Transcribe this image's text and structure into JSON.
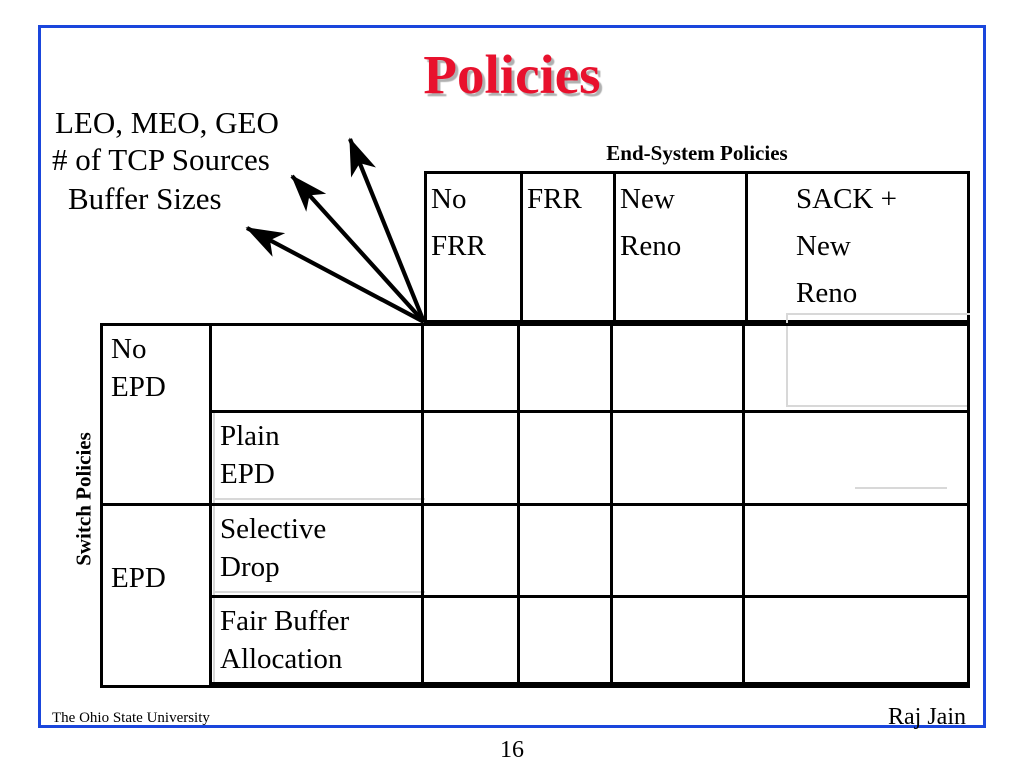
{
  "slide": {
    "title": "Policies",
    "page_number": "16",
    "border_color": "#1a46dc",
    "title_color": "#e8112d"
  },
  "annotations": [
    {
      "id": "leo",
      "text": "LEO, MEO, GEO"
    },
    {
      "id": "tcp",
      "text": "# of TCP Sources"
    },
    {
      "id": "buf",
      "text": "Buffer Sizes"
    }
  ],
  "table": {
    "column_axis_caption": "End-System Policies",
    "row_axis_caption": "Switch Policies",
    "column_headers": [
      "No FRR",
      "FRR",
      "New Reno",
      "SACK + New Reno"
    ],
    "column_headers_lines": [
      [
        "No",
        "FRR"
      ],
      [
        "FRR"
      ],
      [
        "New",
        "Reno"
      ],
      [
        "SACK +",
        "New",
        "Reno"
      ]
    ],
    "row_groups": [
      {
        "label": "No EPD",
        "label_lines": [
          "No",
          "EPD"
        ]
      },
      {
        "label": "EPD",
        "label_lines": [
          "EPD"
        ]
      }
    ],
    "row_subheaders": [
      {
        "lines": [
          "",
          ""
        ]
      },
      {
        "lines": [
          "Plain",
          "EPD"
        ]
      },
      {
        "lines": [
          "Selective",
          "Drop"
        ]
      },
      {
        "lines": [
          "Fair Buffer",
          "Allocation"
        ]
      }
    ],
    "cells": [
      [
        "",
        "",
        "",
        ""
      ],
      [
        "",
        "",
        "",
        ""
      ],
      [
        "",
        "",
        "",
        ""
      ],
      [
        "",
        "",
        "",
        ""
      ]
    ]
  },
  "footer": {
    "university": "The Ohio State University",
    "author": "Raj Jain"
  }
}
